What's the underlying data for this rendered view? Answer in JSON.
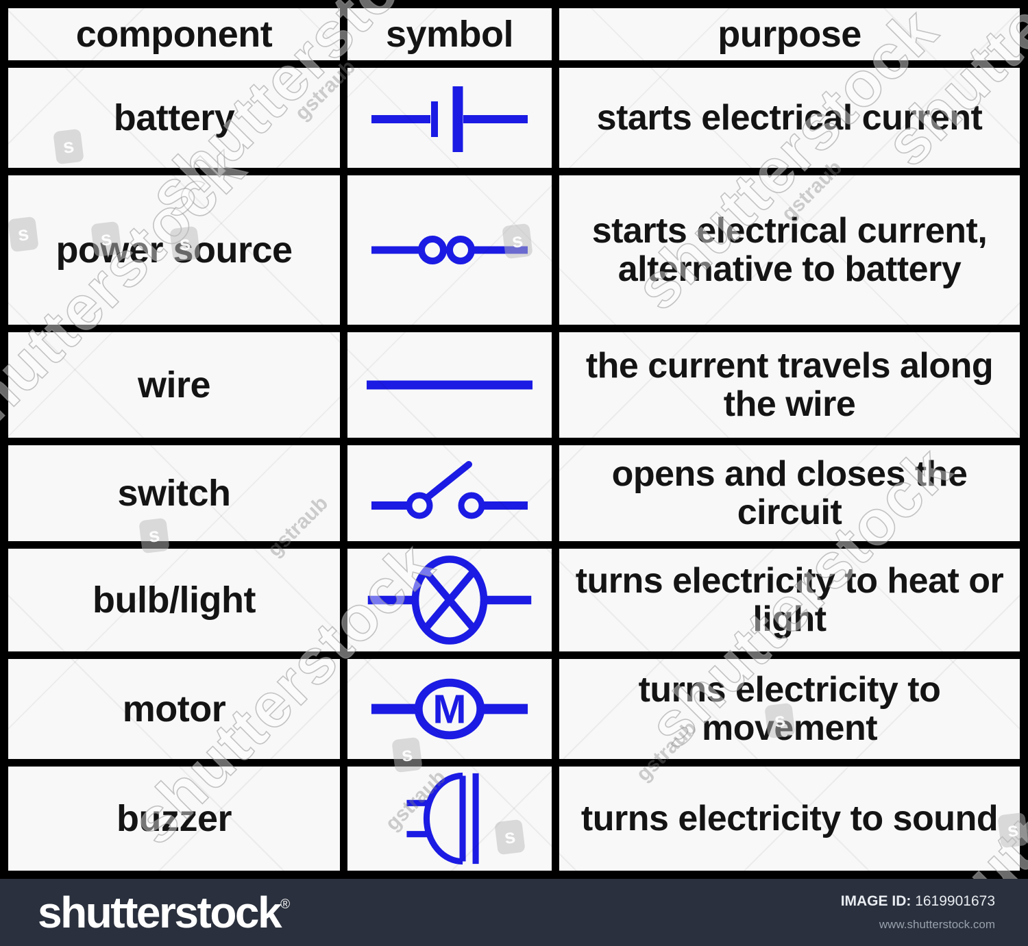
{
  "table": {
    "headers": [
      "component",
      "symbol",
      "purpose"
    ],
    "rows": [
      {
        "component": "battery",
        "symbol": "battery",
        "purpose": "starts electrical current"
      },
      {
        "component": "power source",
        "symbol": "power-source",
        "purpose": "starts electrical current, alternative to battery"
      },
      {
        "component": "wire",
        "symbol": "wire",
        "purpose": "the current travels along the wire"
      },
      {
        "component": "switch",
        "symbol": "switch",
        "purpose": "opens and closes the circuit"
      },
      {
        "component": "bulb/light",
        "symbol": "bulb",
        "purpose": "turns electricity to heat or light"
      },
      {
        "component": "motor",
        "symbol": "motor",
        "purpose": "turns electricity to movement",
        "motor_letter": "M"
      },
      {
        "component": "buzzer",
        "symbol": "buzzer",
        "purpose": "turns electricity to sound"
      }
    ]
  },
  "watermark": {
    "brand": "shutterstock",
    "author": "gstraub",
    "monogram": "s"
  },
  "footer": {
    "logo": "shutterstock",
    "registered": "®",
    "image_id_label": "IMAGE ID:",
    "image_id": "1619901673",
    "website": "www.shutterstock.com"
  },
  "colors": {
    "blue": "#1b1be4",
    "text": "#141414",
    "cell": "#f8f8f8",
    "border": "#000000",
    "footer_bg": "#2a303d",
    "footer_text": "#e9edf2",
    "footer_sub": "#97a0ac"
  }
}
